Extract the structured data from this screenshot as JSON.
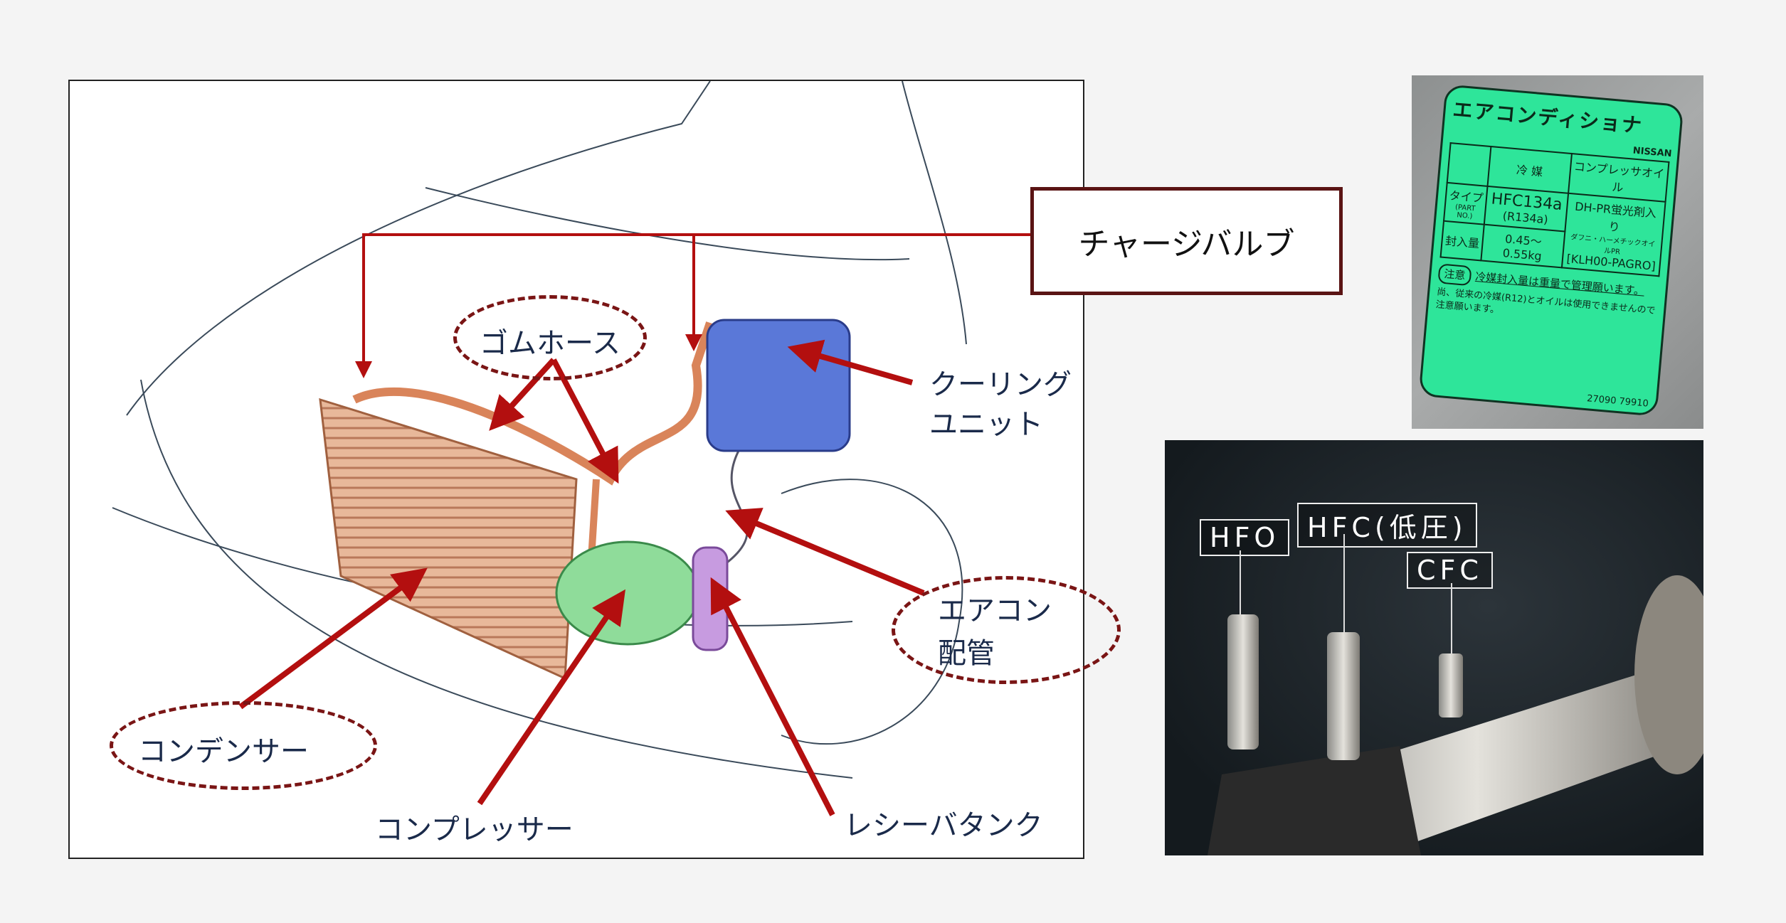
{
  "diagram": {
    "charge_valve": "チャージバルブ",
    "rubber_hose": "ゴムホース",
    "cooling_unit": [
      "クーリング",
      "ユニット"
    ],
    "ac_piping": [
      "エアコン",
      "配管"
    ],
    "condenser": "コンデンサー",
    "compressor": "コンプレッサー",
    "receiver_tank": "レシーバタンク",
    "arrow_color": "#b30f0f"
  },
  "sticker": {
    "title": "エアコンディショナ",
    "brand": "NISSAN",
    "col_refrigerant": "冷 媒",
    "col_oil": "コンプレッサオイル",
    "row_type": "タイプ",
    "row_part_no": "(PART NO.)",
    "refrigerant_type": "HFC134a",
    "refrigerant_alt": "(R134a)",
    "oil_type": "DH-PR蛍光剤入り",
    "oil_desc": "ダフニ・ハーメチックオイルPR",
    "oil_part": "[KLH00-PAGRO]",
    "row_amount": "封入量",
    "amount": "0.45〜0.55kg",
    "caution_badge": "注意",
    "caution_main": "冷媒封入量は重量で管理願います。",
    "caution_sub": "尚、従来の冷媒(R12)とオイルは使用できませんので注意願います。",
    "part_number": "27090 79910"
  },
  "photo": {
    "tags": [
      "HFO",
      "HFC(低圧)",
      "CFC"
    ]
  }
}
